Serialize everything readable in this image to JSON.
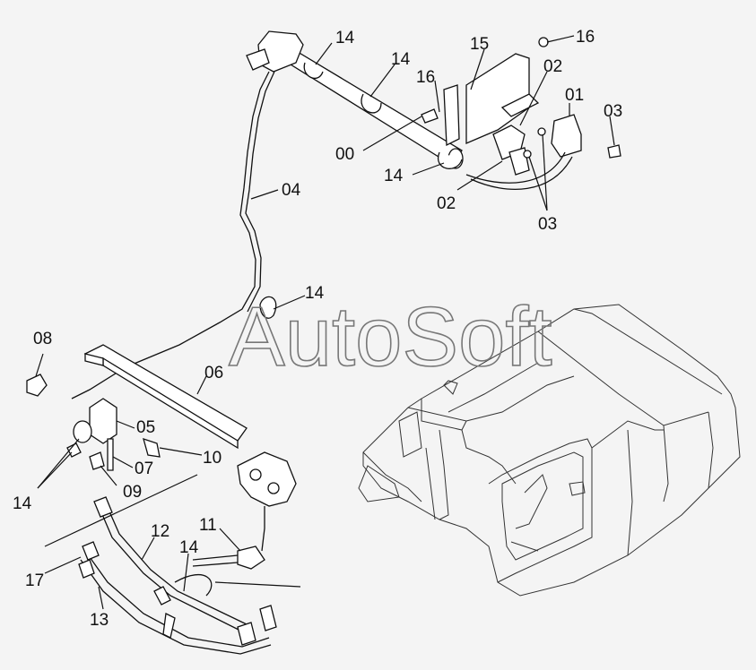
{
  "watermark": "AutoSoft",
  "callouts": {
    "c00": "00",
    "c01": "01",
    "c02a": "02",
    "c02b": "02",
    "c03a": "03",
    "c03b": "03",
    "c04": "04",
    "c05": "05",
    "c06": "06",
    "c07": "07",
    "c08": "08",
    "c09": "09",
    "c10": "10",
    "c11": "11",
    "c12": "12",
    "c13": "13",
    "c14a": "14",
    "c14b": "14",
    "c14c": "14",
    "c14d": "14",
    "c14e": "14",
    "c14f": "14",
    "c15": "15",
    "c16a": "16",
    "c16b": "16",
    "c17": "17"
  }
}
